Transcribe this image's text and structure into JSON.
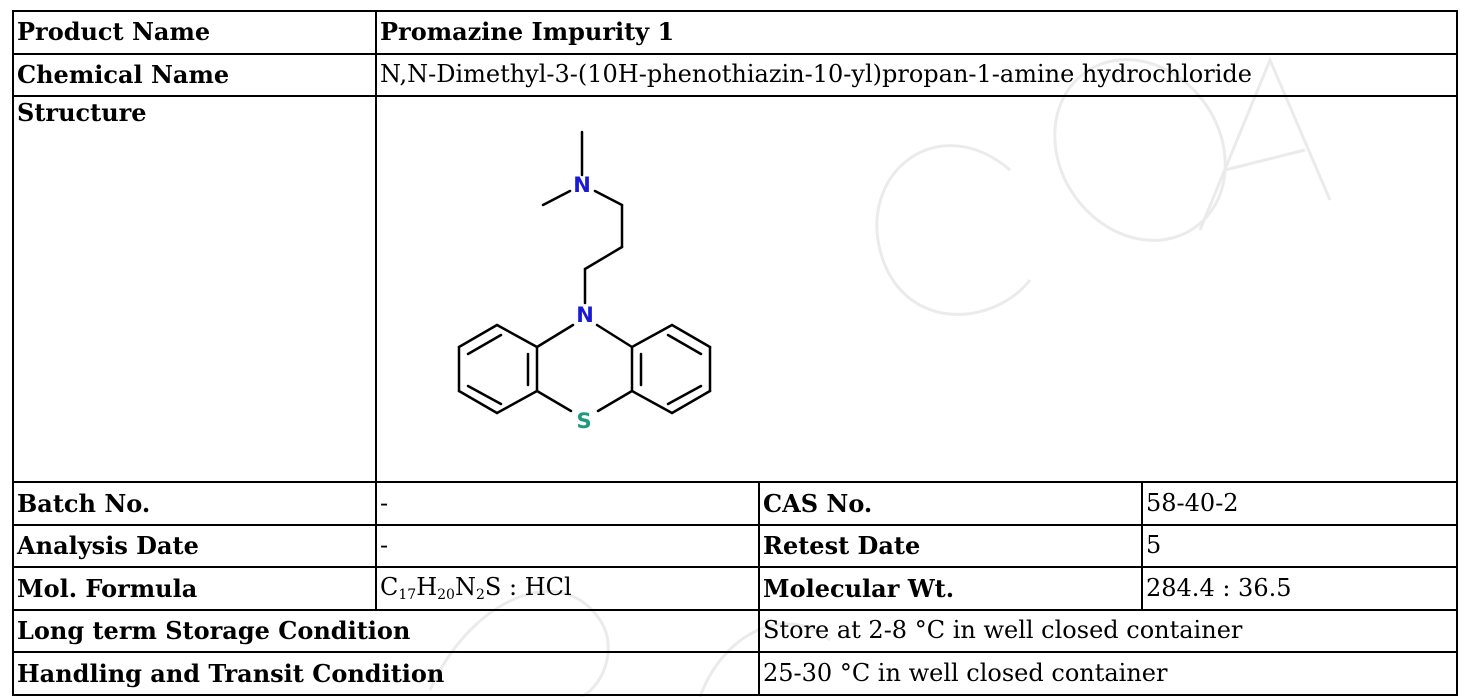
{
  "product": {
    "name_label": "Product Name",
    "name_value": "Promazine Impurity 1",
    "chem_label": "Chemical Name",
    "chem_value": "N,N-Dimethyl-3-(10H-phenothiazin-10-yl)propan-1-amine hydrochloride",
    "structure_label": "Structure"
  },
  "structure": {
    "atoms": [
      "N",
      "N",
      "S"
    ],
    "colors": {
      "nitrogen": "#1a1ad6",
      "sulfur": "#1f9a7c",
      "bond": "#000000"
    }
  },
  "batch": {
    "batch_label": "Batch No.",
    "batch_value": "-",
    "cas_label": "CAS No.",
    "cas_value": "58-40-2",
    "analysis_label": "Analysis Date",
    "analysis_value": "-",
    "retest_label": "Retest Date",
    "retest_value": "5",
    "formula_label": "Mol. Formula",
    "formula": {
      "c": "C",
      "c_n": "17",
      "h": "H",
      "h_n": "20",
      "n": "N",
      "n_n": "2",
      "s": "S",
      "suffix": " : HCl"
    },
    "mw_label": "Molecular Wt.",
    "mw_value": "284.4 : 36.5"
  },
  "storage": {
    "long_label": "Long term Storage Condition",
    "long_value": "Store at 2-8 °C in well closed container",
    "transit_label": "Handling and Transit Condition",
    "transit_value": "25-30 °C in well closed container"
  }
}
